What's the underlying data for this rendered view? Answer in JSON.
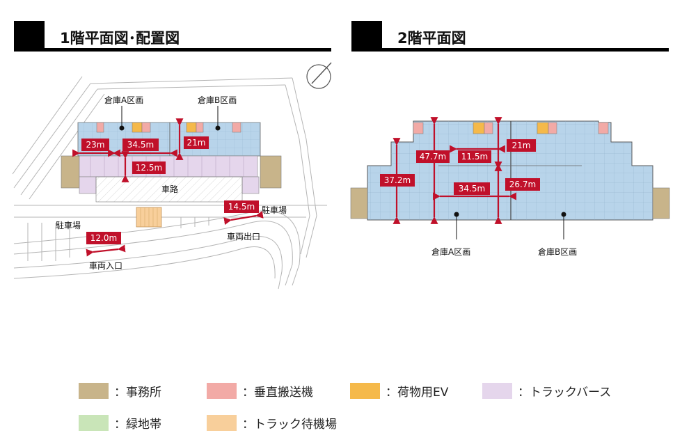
{
  "headers": {
    "floor1": "1階平面図･配置図",
    "floor2": "2階平面図"
  },
  "floor1": {
    "area_a": "倉庫A区画",
    "area_b": "倉庫B区画",
    "road": "車路",
    "parking_left": "駐車場",
    "parking_right": "駐車場",
    "vehicle_exit": "車両出口",
    "vehicle_entrance": "車両入口",
    "dims": {
      "d23": "23m",
      "d34_5": "34.5m",
      "d21": "21m",
      "d12_5": "12.5m",
      "d14_5": "14.5m",
      "d12_0": "12.0m"
    }
  },
  "floor2": {
    "area_a": "倉庫A区画",
    "area_b": "倉庫B区画",
    "dims": {
      "d37_2": "37.2m",
      "d47_7": "47.7m",
      "d11_5": "11.5m",
      "d21": "21m",
      "d34_5": "34.5m",
      "d26_7": "26.7m"
    }
  },
  "legend": [
    {
      "label": "：事務所",
      "color": "#c8b48a",
      "icon": "office-swatch"
    },
    {
      "label": "：垂直搬送機",
      "color": "#f2aaa6",
      "icon": "vertical-conveyor-swatch"
    },
    {
      "label": "：荷物用EV",
      "color": "#f5b94a",
      "icon": "freight-elevator-swatch"
    },
    {
      "label": "：トラックバース",
      "color": "#e5d6ec",
      "icon": "truck-berth-swatch"
    },
    {
      "label": "：緑地帯",
      "color": "#c9e5b8",
      "icon": "green-belt-swatch"
    },
    {
      "label": "：トラック待機場",
      "color": "#f8cf9b",
      "icon": "truck-waiting-swatch"
    }
  ],
  "colors": {
    "warehouse": "#b8d4ea",
    "dimension": "#c0102a",
    "office": "#c8b48a",
    "conveyor": "#f2aaa6",
    "elevator": "#f5b94a",
    "berth": "#e5d6ec",
    "waiting": "#f8cf9b"
  }
}
